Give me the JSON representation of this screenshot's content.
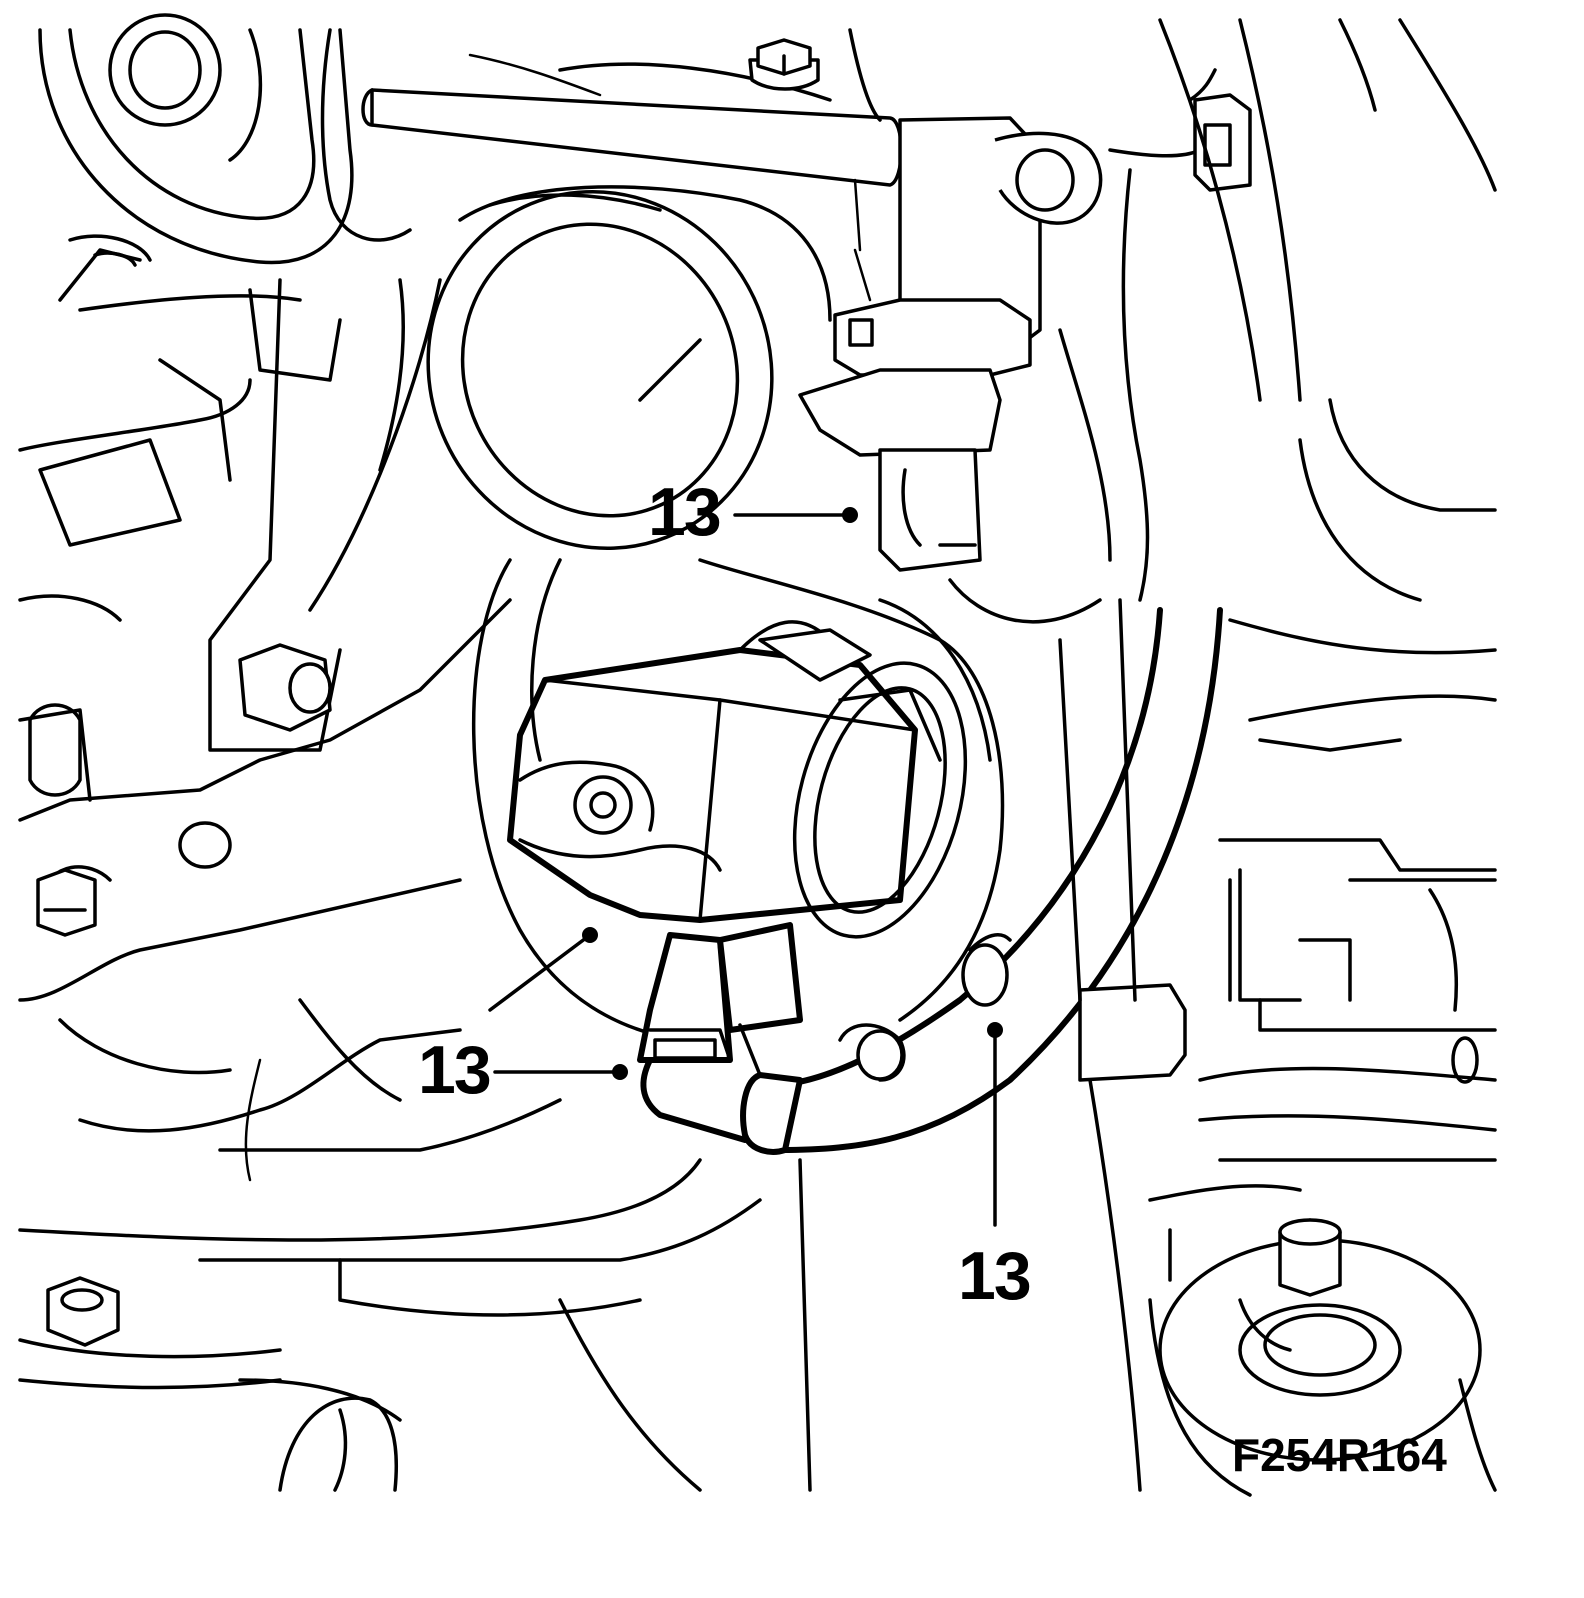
{
  "figure": {
    "code": "F254R164"
  },
  "callouts": [
    {
      "id": "top",
      "label": "13"
    },
    {
      "id": "lower-left-upper",
      "label": "13"
    },
    {
      "id": "lower-left",
      "label": "13"
    },
    {
      "id": "bottom-right",
      "label": "13"
    }
  ],
  "colors": {
    "line": "#000000",
    "background": "#ffffff"
  }
}
